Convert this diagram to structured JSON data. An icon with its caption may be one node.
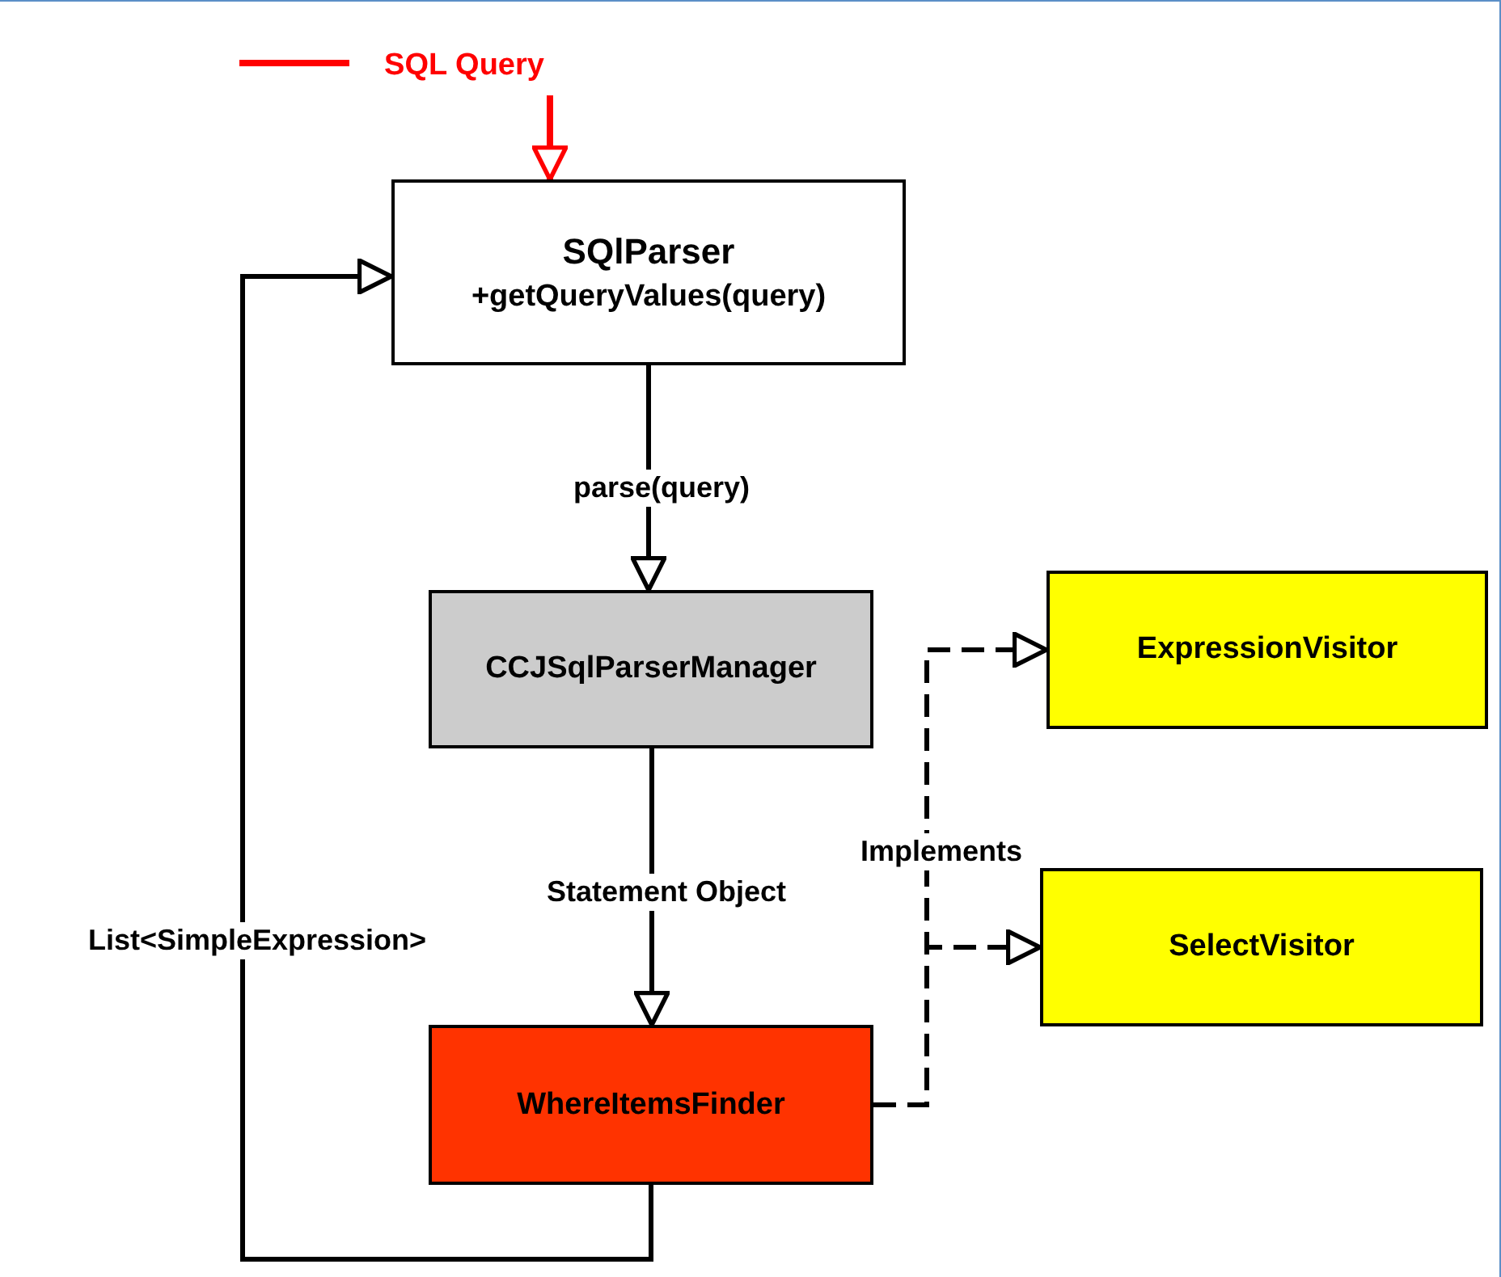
{
  "diagram": {
    "nodes": [
      {
        "text": [
          "SQL Query"
        ]
      },
      {
        "text": [
          "SQlParser",
          "+getQueryValues(query)"
        ]
      },
      {
        "text": [
          "CCJSqlParserManager"
        ]
      },
      {
        "text": [
          "WhereItemsFinder"
        ]
      },
      {
        "text": [
          "ExpressionVisitor"
        ]
      },
      {
        "text": [
          "SelectVisitor"
        ]
      }
    ],
    "edges": [
      {
        "from": 0,
        "to": 1,
        "arrow": "to",
        "color": "#ff0000"
      },
      {
        "from": 1,
        "to": 2,
        "arrow": "to",
        "label": "parse(query)"
      },
      {
        "from": 2,
        "to": 3,
        "arrow": "to",
        "label": "Statement Object"
      },
      {
        "from": 3,
        "to": 1,
        "arrow": "to",
        "label": "List<SimpleExpression>"
      },
      {
        "from": 3,
        "to": 4,
        "arrow": "to",
        "style": "dashed",
        "label": "Implements"
      },
      {
        "from": 3,
        "to": 5,
        "arrow": "to",
        "style": "dashed"
      }
    ]
  }
}
